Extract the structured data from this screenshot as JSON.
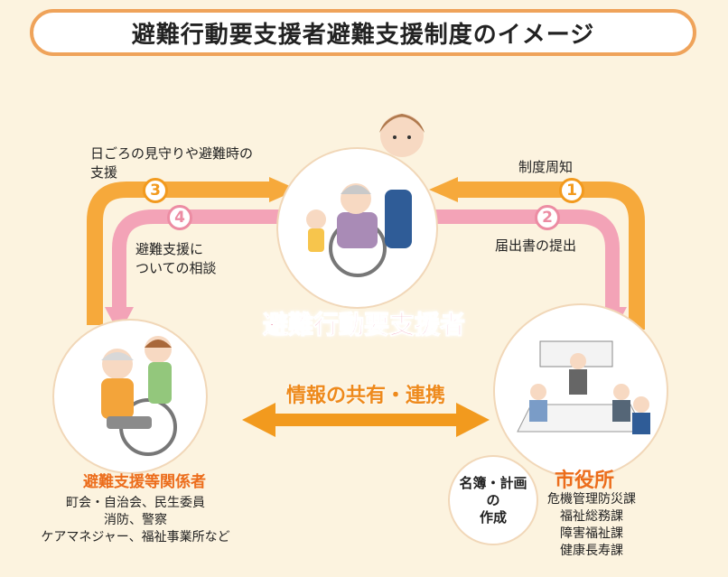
{
  "title": "避難行動要支援者避難支援制度のイメージ",
  "center": {
    "label": "避難行動要支援者"
  },
  "left": {
    "title": "避難支援等関係者",
    "members": [
      "町会・自治会、民生委員",
      "消防、警察",
      "ケアマネジャー、福祉事業所など"
    ]
  },
  "right": {
    "title": "市役所",
    "departments": [
      "危機管理防災課",
      "福祉総務課",
      "障害福祉課",
      "健康長寿課"
    ],
    "sub_circle": [
      "名簿・計画",
      "の",
      "作成"
    ]
  },
  "flows": {
    "f1": {
      "num": "1",
      "label": "制度周知"
    },
    "f2": {
      "num": "2",
      "label": "届出書の提出"
    },
    "f3": {
      "num": "3",
      "label_line1": "日ごろの見守りや避難時の",
      "label_line2": "支援"
    },
    "f4": {
      "num": "4",
      "label_line1": "避難支援に",
      "label_line2": "ついての相談"
    },
    "share": "情報の共有・連携"
  },
  "colors": {
    "orange": "#f6a93b",
    "pink": "#f3a3b7",
    "accent_text": "#ec6d1c",
    "border": "#efa35a"
  }
}
